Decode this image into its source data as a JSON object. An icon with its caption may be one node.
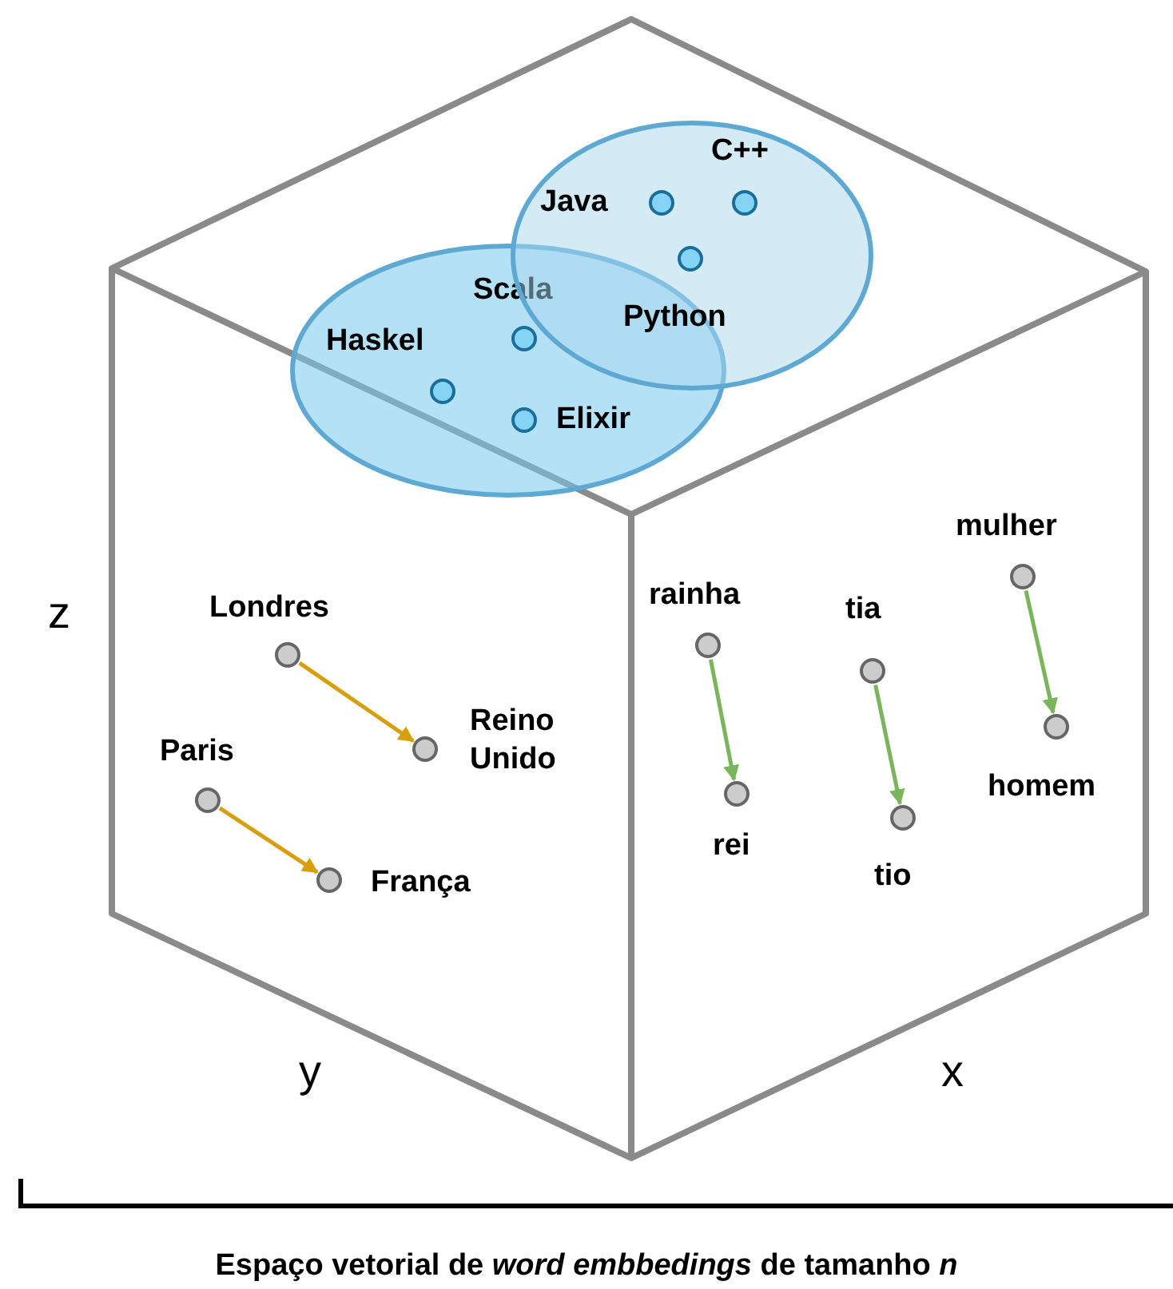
{
  "diagram": {
    "caption": "Espaço vetorial de *word embbedings* de tamanho *n*",
    "nodes": [
      {
        "text": [],
        "shape": "ellipse"
      },
      {
        "text": [],
        "shape": "ellipse"
      },
      {
        "text": [],
        "shape": "circle",
        "in": 1,
        "beside": [
          "C++"
        ]
      },
      {
        "text": [],
        "shape": "circle",
        "in": 1,
        "beside": [
          "Java"
        ]
      },
      {
        "text": [],
        "shape": "circle",
        "in": 1,
        "beside": [
          "Python"
        ]
      },
      {
        "text": [],
        "shape": "circle",
        "in": 0,
        "beside": [
          "Scala"
        ]
      },
      {
        "text": [],
        "shape": "circle",
        "in": 0,
        "beside": [
          "Haskel"
        ]
      },
      {
        "text": [],
        "shape": "circle",
        "in": 0,
        "beside": [
          "Elixir"
        ]
      },
      {
        "text": [],
        "shape": "circle",
        "beside": [
          "mulher"
        ]
      },
      {
        "text": [],
        "shape": "circle",
        "beside": [
          "Londres"
        ]
      },
      {
        "text": [],
        "shape": "circle",
        "beside": [
          "rainha"
        ]
      },
      {
        "text": [],
        "shape": "circle",
        "beside": [
          "tia"
        ]
      },
      {
        "text": [],
        "shape": "circle",
        "beside": [
          "Reino Unido"
        ]
      },
      {
        "text": [],
        "shape": "circle",
        "beside": [
          "homem"
        ]
      },
      {
        "text": [],
        "shape": "circle",
        "beside": [
          "Paris"
        ]
      },
      {
        "text": [],
        "shape": "circle",
        "beside": [
          "rei"
        ]
      },
      {
        "text": [],
        "shape": "circle",
        "beside": [
          "tio"
        ]
      },
      {
        "text": [],
        "shape": "circle",
        "beside": [
          "França"
        ]
      }
    ],
    "edges": [
      {
        "from": 9,
        "to": 12,
        "arrow": "to",
        "color": "#d99e0b"
      },
      {
        "from": 14,
        "to": 17,
        "arrow": "to",
        "color": "#d99e0b"
      },
      {
        "from": 10,
        "to": 15,
        "arrow": "to"
      },
      {
        "from": 11,
        "to": 16,
        "arrow": "to"
      },
      {
        "from": 8,
        "to": 13,
        "arrow": "to"
      }
    ],
    "labels": [
      "z",
      "y",
      "x"
    ]
  }
}
